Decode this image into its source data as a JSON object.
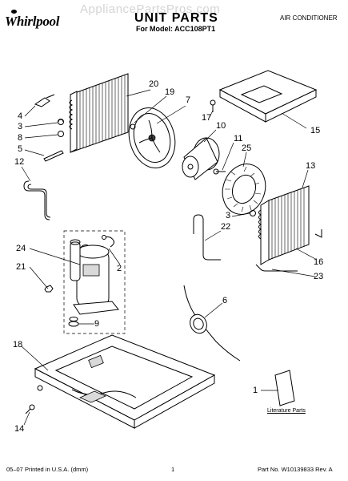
{
  "header": {
    "brand": "Whirlpool",
    "watermark": "AppliancePartsPros.com",
    "title": "UNIT PARTS",
    "model": "For Model: ACC108PT1",
    "category": "AIR CONDITIONER"
  },
  "callouts": {
    "c20": "20",
    "c19": "19",
    "c7": "7",
    "c4": "4",
    "c3a": "3",
    "c8": "8",
    "c5": "5",
    "c17": "17",
    "c15": "15",
    "c10": "10",
    "c11": "11",
    "c25": "25",
    "c12": "12",
    "c13": "13",
    "c3b": "3",
    "c22": "22",
    "c24": "24",
    "c2": "2",
    "c21": "21",
    "c16": "16",
    "c23": "23",
    "c9": "9",
    "c6": "6",
    "c18": "18",
    "c1": "1",
    "c14": "14"
  },
  "literature_label": "Literature Parts",
  "footer": {
    "left": "05–07 Printed in U.S.A. (dmm)",
    "page": "1",
    "part_number": "Part No. W10139833 Rev. A"
  }
}
